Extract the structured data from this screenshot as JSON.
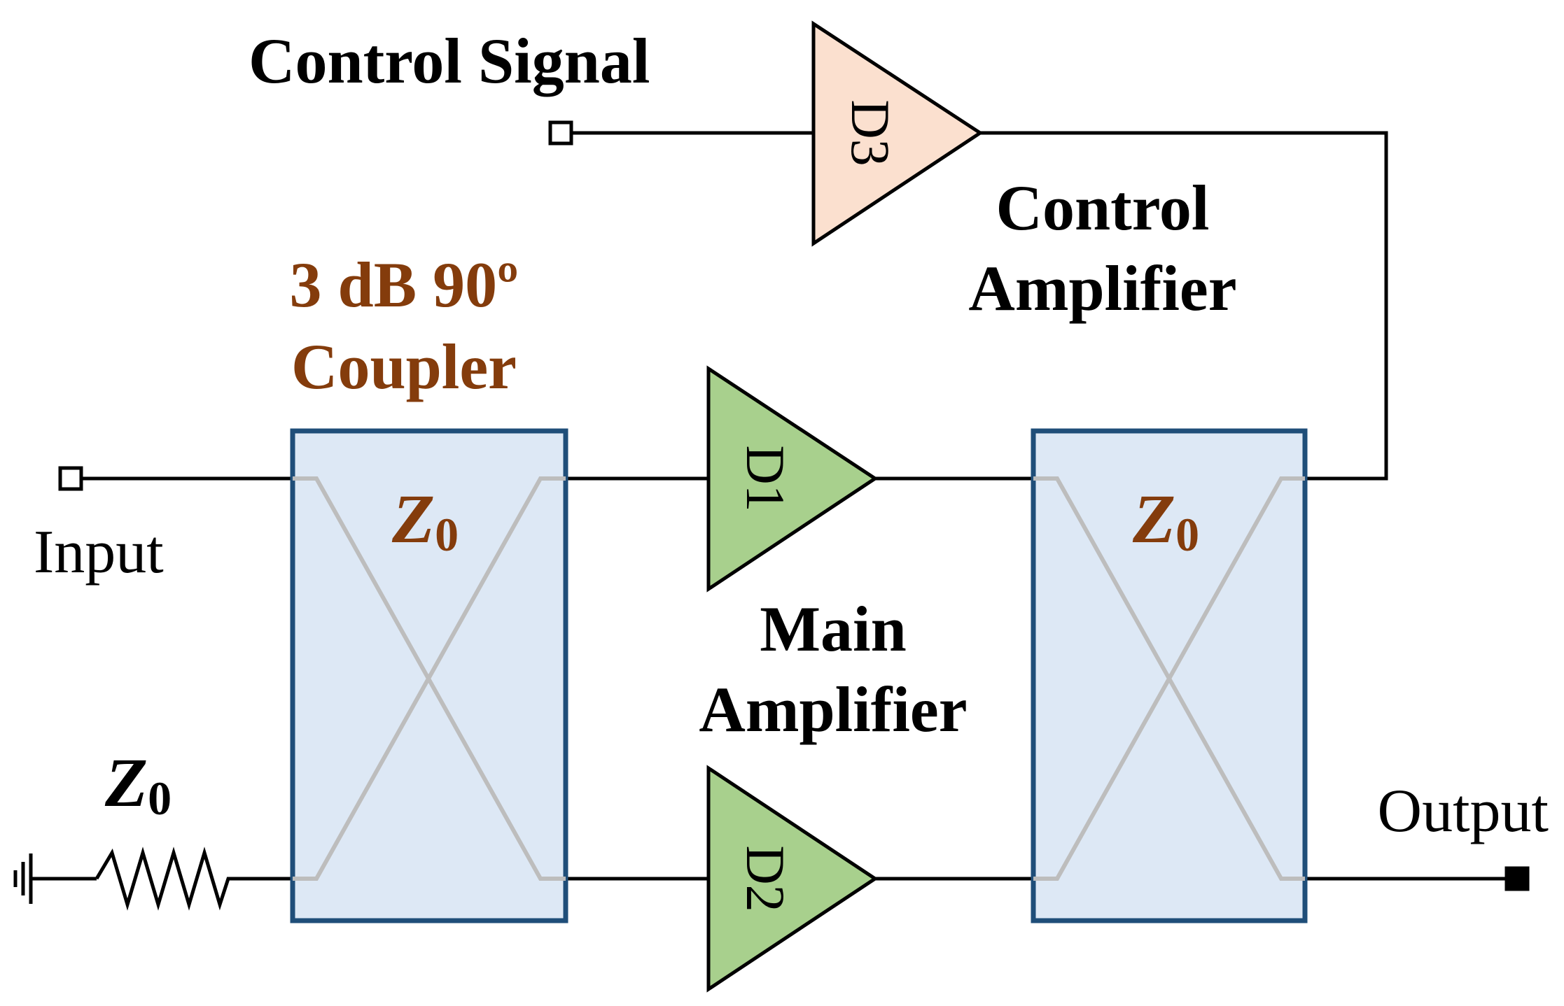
{
  "labels": {
    "control_signal": "Control Signal",
    "control_amp_line1": "Control",
    "control_amp_line2": "Amplifier",
    "coupler_line1": "3 dB 90º",
    "coupler_line2": "Coupler",
    "main_amp_line1": "Main",
    "main_amp_line2": "Amplifier",
    "input": "Input",
    "output": "Output",
    "impedance_main": "Z",
    "impedance_sub": "0"
  },
  "amplifiers": [
    {
      "id": "D3",
      "label": "D3"
    },
    {
      "id": "D1",
      "label": "D1"
    },
    {
      "id": "D2",
      "label": "D2"
    }
  ],
  "colors": {
    "coupler_fill": "#dde8f5",
    "coupler_stroke": "#1f4e79",
    "coupler_text": "#843c0c",
    "main_amp_fill": "#a8d08d",
    "control_amp_fill": "#fbe0cf",
    "wire": "#000000",
    "cross_line": "#bdbdbd"
  }
}
